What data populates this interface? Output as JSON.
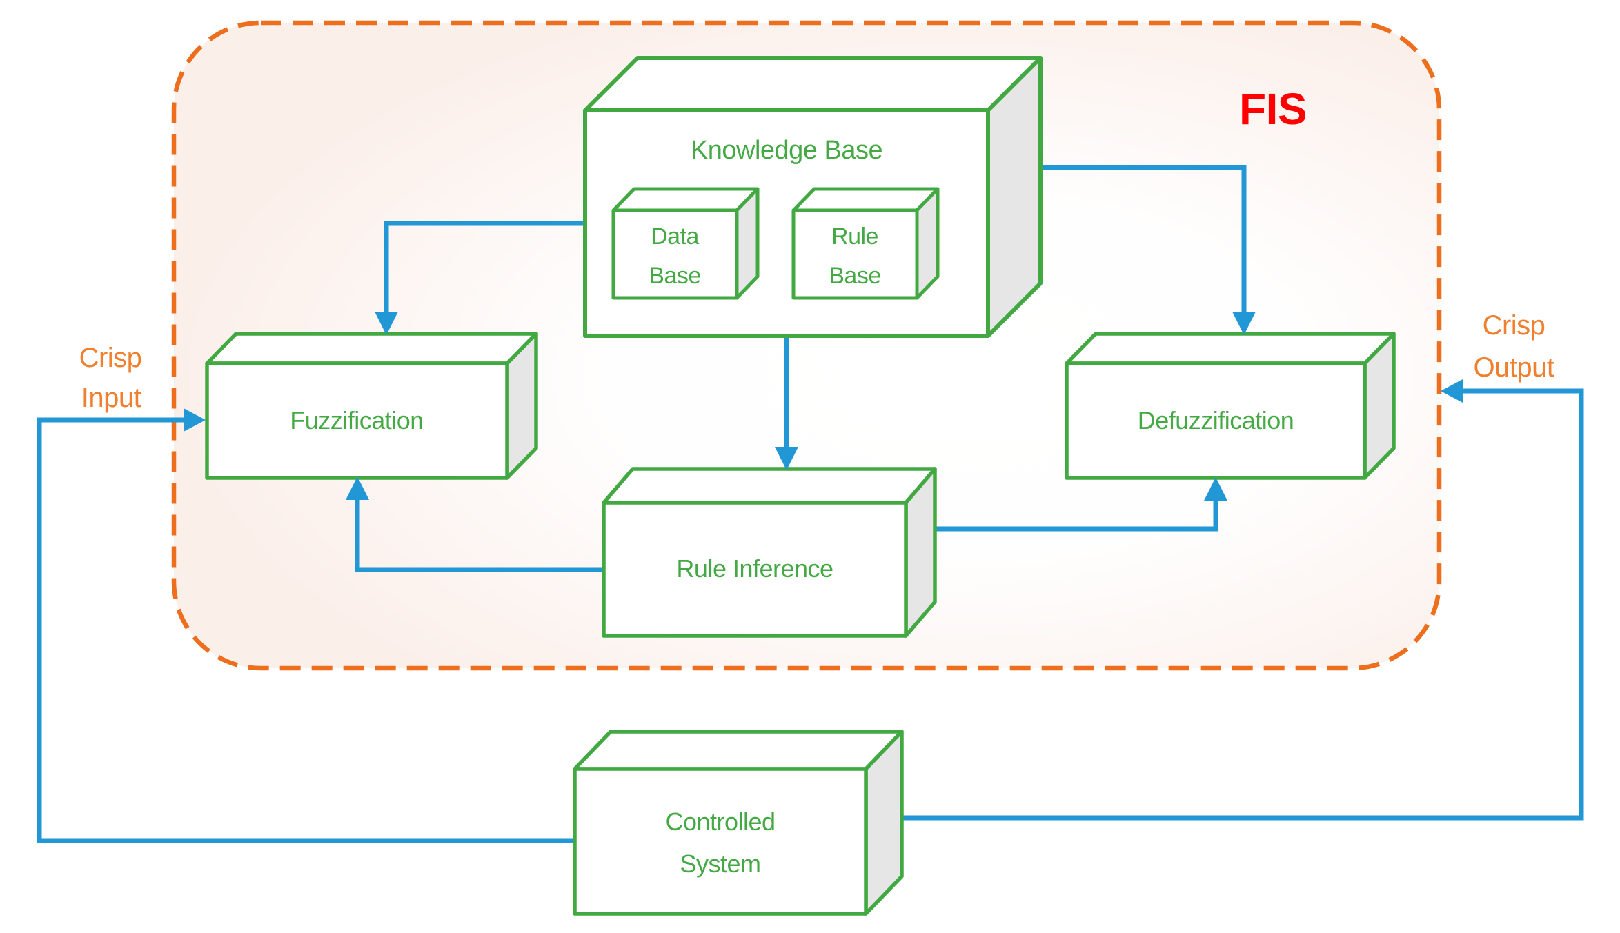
{
  "diagram": {
    "boundary_label": "FIS",
    "nodes": {
      "knowledge_base": {
        "label": "Knowledge Base"
      },
      "data_base": {
        "line1": "Data",
        "line2": "Base"
      },
      "rule_base": {
        "line1": "Rule",
        "line2": "Base"
      },
      "fuzzification": {
        "label": "Fuzzification"
      },
      "defuzzification": {
        "label": "Defuzzification"
      },
      "rule_inference": {
        "label": "Rule Inference"
      },
      "controlled_system": {
        "line1": "Controlled",
        "line2": "System"
      }
    },
    "io_labels": {
      "crisp_input": {
        "line1": "Crisp",
        "line2": "Input"
      },
      "crisp_output": {
        "line1": "Crisp",
        "line2": "Output"
      }
    },
    "colors": {
      "box_stroke_green": "#42A942",
      "label_green": "#44A944",
      "connector_blue": "#2197D6",
      "boundary_dash_orange": "#ED6E1C",
      "io_label_orange": "#F0802F",
      "fis_red": "#FF0000",
      "box_side_gray": "#E6E6E6",
      "boundary_fill_pink": "#FBEFEA"
    }
  }
}
